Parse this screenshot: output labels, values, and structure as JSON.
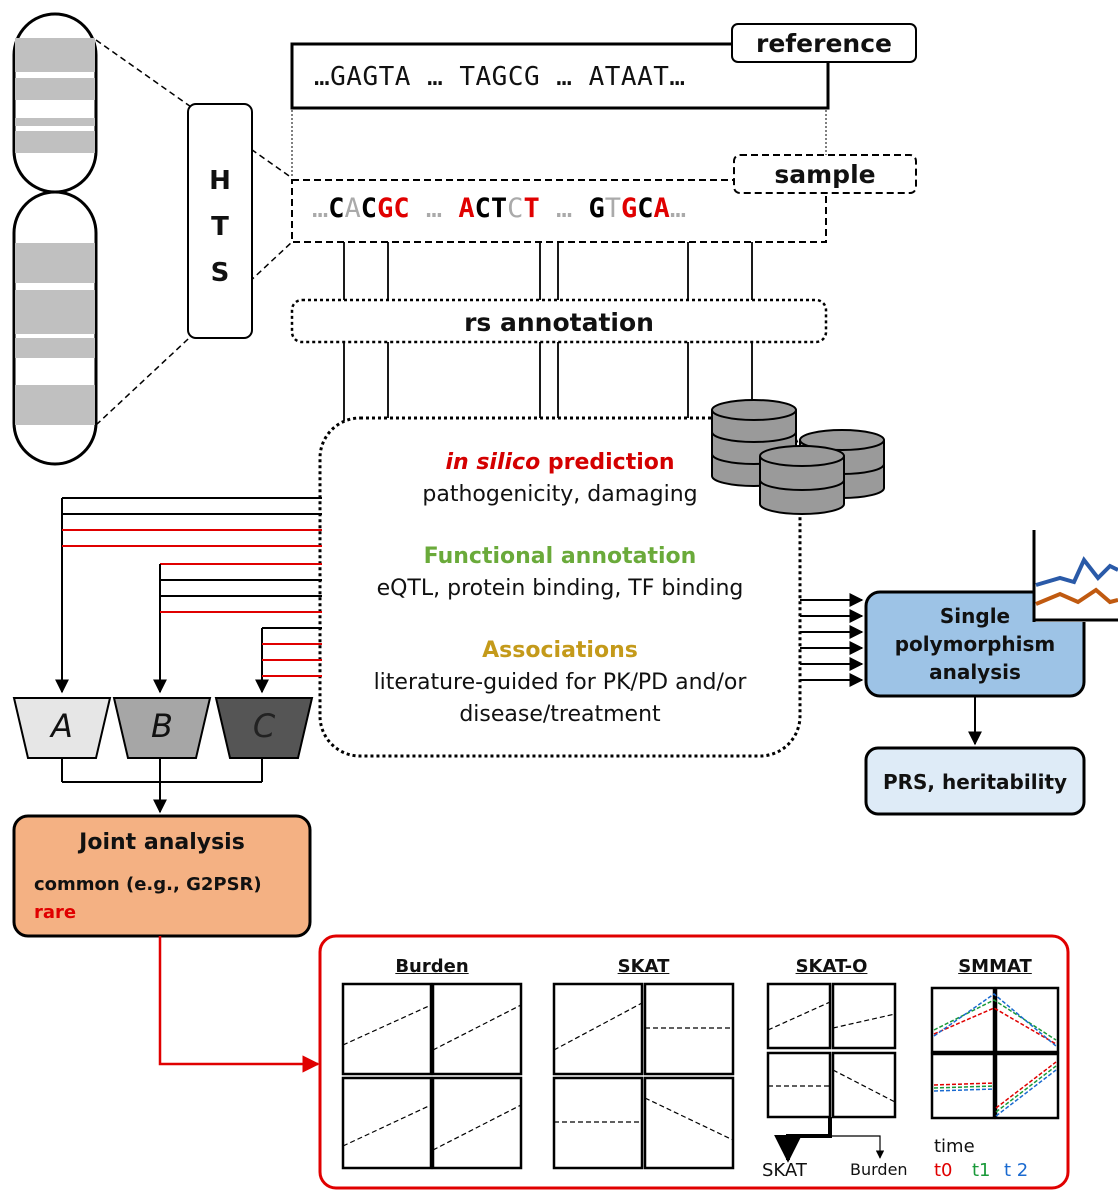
{
  "colors": {
    "red": "#e00000",
    "green": "#6aaa3a",
    "gold": "#c49a1a",
    "gray": "#aaaaaa",
    "blue_box": "#9dc3e6",
    "light_blue_box": "#deebf7",
    "orange_box": "#f4b183",
    "line_blue": "#2a5aa8",
    "line_orange": "#c05a10",
    "t0": "#e00000",
    "t1": "#1a9a3a",
    "t2": "#1a6ad0"
  },
  "icons": {
    "chromosome": "chromosome-icon",
    "database": "database-icon",
    "plot": "line-plot-icon"
  },
  "reference": {
    "label": "reference",
    "sequence": "…GAGTA … TAGCG … ATAAT…"
  },
  "sample": {
    "label": "sample",
    "groups": [
      [
        {
          "t": "…",
          "c": "gray"
        },
        {
          "t": "C",
          "c": "black"
        },
        {
          "t": "A",
          "c": "gray"
        },
        {
          "t": "C",
          "c": "black"
        },
        {
          "t": "G",
          "c": "red"
        },
        {
          "t": "C",
          "c": "red"
        }
      ],
      [
        {
          "t": "A",
          "c": "red"
        },
        {
          "t": "C",
          "c": "black"
        },
        {
          "t": "T",
          "c": "black"
        },
        {
          "t": "C",
          "c": "gray"
        },
        {
          "t": "T",
          "c": "red"
        }
      ],
      [
        {
          "t": "G",
          "c": "black"
        },
        {
          "t": "T",
          "c": "gray"
        },
        {
          "t": "G",
          "c": "red"
        },
        {
          "t": "C",
          "c": "black"
        },
        {
          "t": "A",
          "c": "red"
        },
        {
          "t": "…",
          "c": "gray"
        }
      ]
    ],
    "separator": "…"
  },
  "hts": {
    "letters": [
      "H",
      "T",
      "S"
    ]
  },
  "rs_annotation": {
    "label": "rs annotation"
  },
  "annotation_panel": {
    "insilico_italic": "in silico",
    "insilico_rest": " prediction",
    "insilico_detail": "pathogenicity, damaging",
    "functional_title": "Functional annotation",
    "functional_detail": "eQTL, protein binding, TF binding",
    "assoc_title": "Associations",
    "assoc_detail_1": "literature-guided for PK/PD and/or",
    "assoc_detail_2": "disease/treatment"
  },
  "groups": [
    "A",
    "B",
    "C"
  ],
  "single_box": {
    "line1": "Single",
    "line2": "polymorphism",
    "line3": "analysis"
  },
  "prs_box": {
    "label": "PRS, heritability"
  },
  "joint_box": {
    "title": "Joint analysis",
    "common": "common (e.g., G2PSR)",
    "rare": "rare"
  },
  "methods": {
    "burden": "Burden",
    "skat": "SKAT",
    "skato": "SKAT-O",
    "smmat": "SMMAT",
    "skato_left": "SKAT",
    "skato_right": "Burden",
    "time_label": "time",
    "t0": "t0",
    "t1": "t1",
    "t2": "t 2"
  }
}
